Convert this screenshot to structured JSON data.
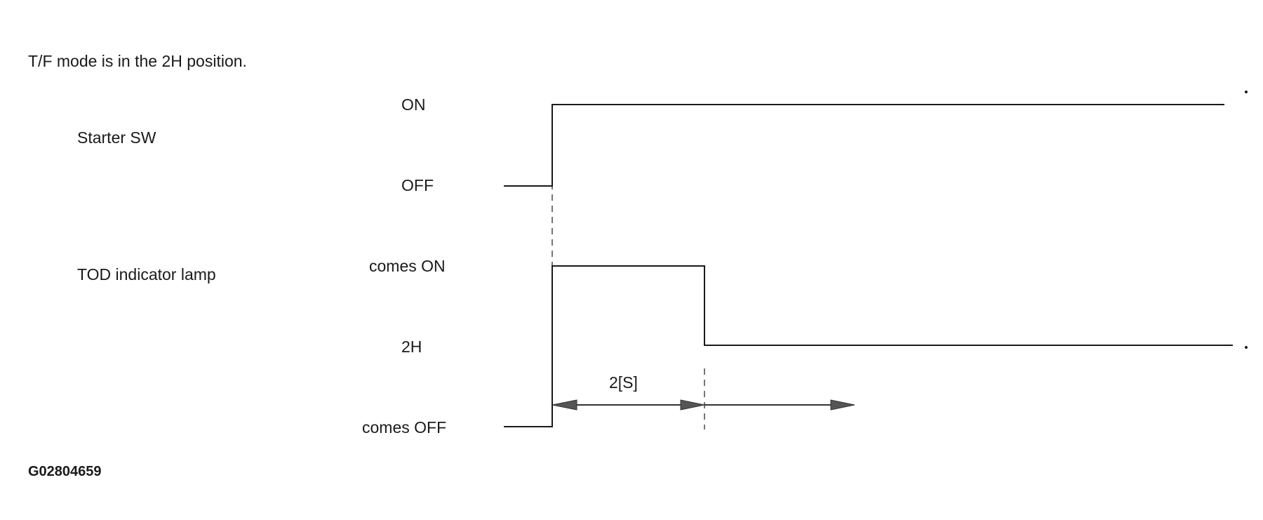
{
  "condition_text": "T/F mode is in the 2H position.",
  "signals": {
    "starter_sw": {
      "label": "Starter SW",
      "state_high": "ON",
      "state_low": "OFF"
    },
    "tod_lamp": {
      "label": "TOD indicator lamp",
      "state_top": "comes ON",
      "state_mid": "2H",
      "state_bottom": "comes OFF"
    }
  },
  "timing": {
    "duration_label": "2[S]"
  },
  "figure_code": "G02804659"
}
